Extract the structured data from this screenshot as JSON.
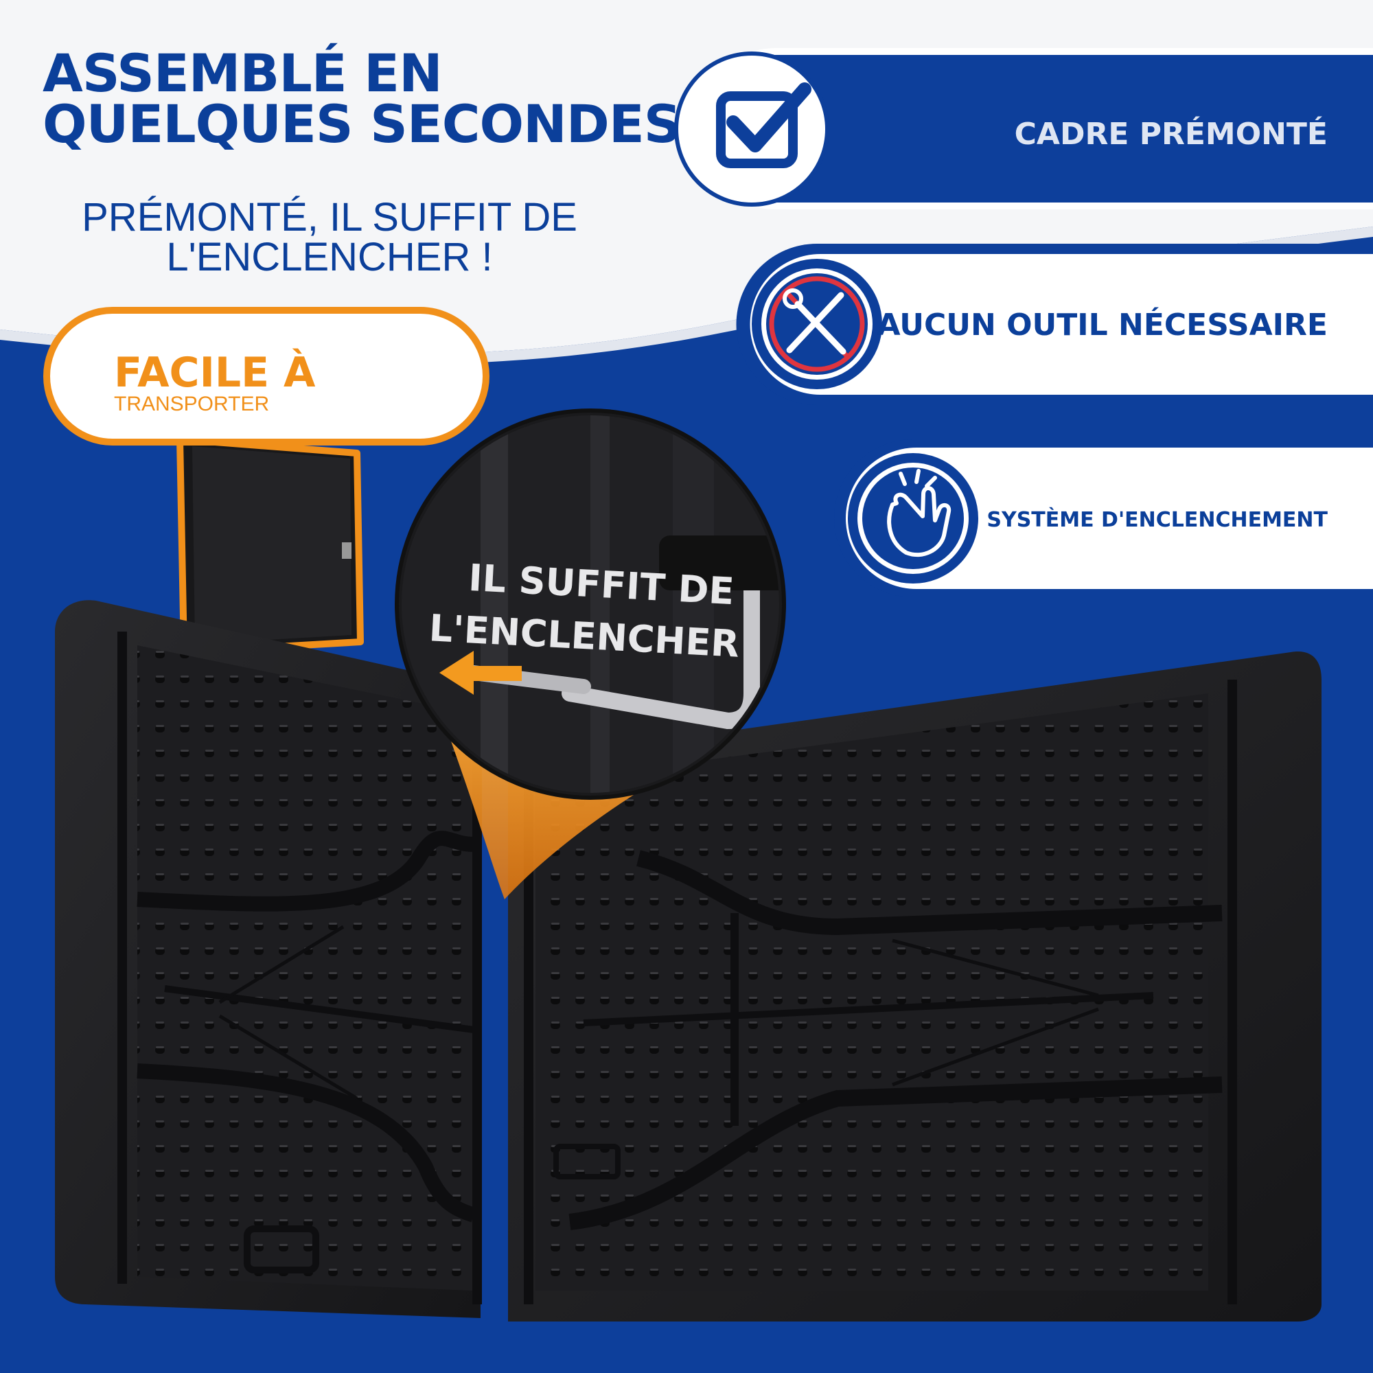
{
  "headline": {
    "line1": "ASSEMBLÉ EN",
    "line2": "QUELQUES SECONDES"
  },
  "subheadline": {
    "line1": "PRÉMONTÉ, IL SUFFIT DE",
    "line2": "L'ENCLENCHER !"
  },
  "features": [
    {
      "label": "CADRE PRÉMONTÉ",
      "icon": "checkbox-check-icon"
    },
    {
      "label": "AUCUN OUTIL NÉCESSAIRE",
      "icon": "no-tools-icon"
    },
    {
      "label": "SYSTÈME D'ENCLENCHEMENT",
      "icon": "finger-snap-icon"
    }
  ],
  "badge": {
    "title": "FACILE À",
    "subtitle": "TRANSPORTER"
  },
  "callout": {
    "line1": "IL SUFFIT DE",
    "line2": "L'ENCLENCHER"
  },
  "colors": {
    "brand_blue": "#0b3f9a",
    "accent_orange": "#f1901a",
    "table_black": "#1c1c1e"
  }
}
